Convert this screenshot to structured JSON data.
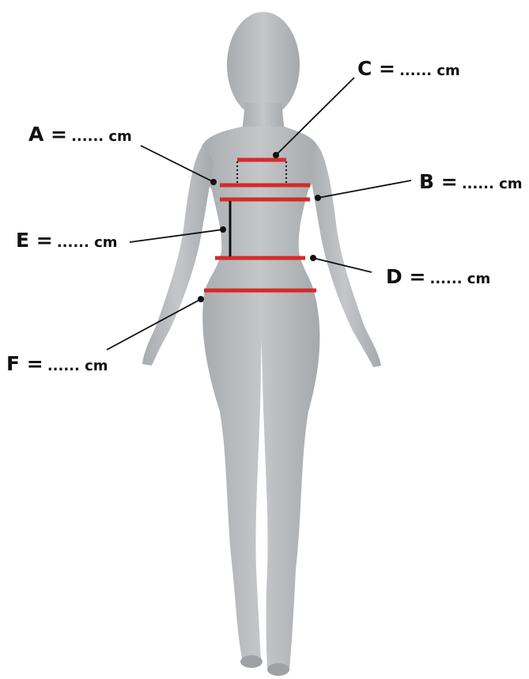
{
  "colors": {
    "measure_line": "#d42a2a",
    "leader_line": "#111111",
    "mannequin_fill": "#b9bbbd",
    "mannequin_shade": "#a2a5a8",
    "background": "#ffffff"
  },
  "labels": {
    "A": {
      "letter": "A =",
      "unit": "...... cm"
    },
    "B": {
      "letter": "B =",
      "unit": "...... cm"
    },
    "C": {
      "letter": "C =",
      "unit": "...... cm"
    },
    "D": {
      "letter": "D =",
      "unit": "...... cm"
    },
    "E": {
      "letter": "E =",
      "unit": "...... cm"
    },
    "F": {
      "letter": "F =",
      "unit": "...... cm"
    }
  }
}
